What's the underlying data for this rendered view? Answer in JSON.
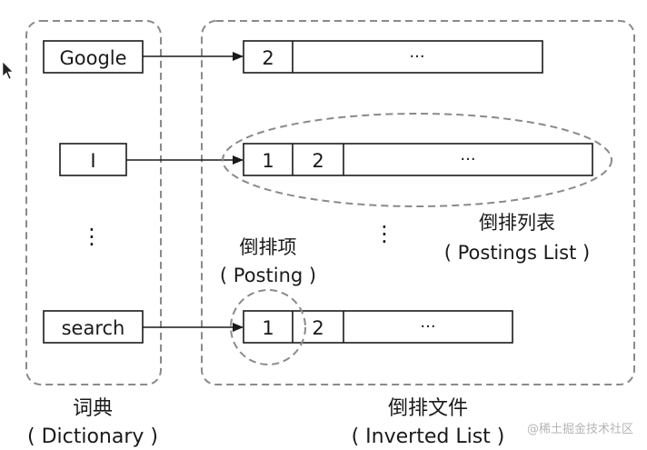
{
  "dictionary": {
    "terms": [
      "Google",
      "I",
      "search"
    ],
    "ellipsis": "⋮",
    "title_cn": "词典",
    "title_en": "( Dictionary )"
  },
  "inverted_file": {
    "title_cn": "倒排文件",
    "title_en": "( Inverted List )",
    "rows": [
      {
        "cells": [
          "2",
          "···"
        ]
      },
      {
        "cells": [
          "1",
          "2",
          "···"
        ]
      },
      {
        "cells": [
          "1",
          "2",
          "···"
        ]
      }
    ],
    "ellipsis": "⋮"
  },
  "postings_list": {
    "label_cn": "倒排列表",
    "label_en": "( Postings List )"
  },
  "posting": {
    "label_cn": "倒排项",
    "label_en": "( Posting )"
  },
  "watermark": "@稀土掘金技术社区",
  "cursor_icon": "mouse-pointer-icon"
}
